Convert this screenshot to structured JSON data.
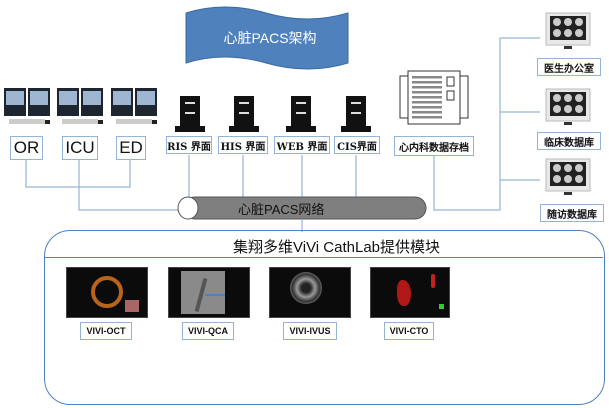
{
  "title": "心脏PACS架构",
  "network_label": "心脏PACS网络",
  "colors": {
    "banner": "#4f81bd",
    "connector": "#95b3d7",
    "pipe": "#7f7f7f",
    "panel_border": "#4f81bd"
  },
  "clinical_units": [
    {
      "label": "OR",
      "icon": "dual-monitor-workstation-icon"
    },
    {
      "label": "ICU",
      "icon": "dual-monitor-workstation-icon"
    },
    {
      "label": "ED",
      "icon": "dual-monitor-workstation-icon"
    }
  ],
  "interfaces": [
    {
      "label": "RIS 界面",
      "icon": "server-tower-icon"
    },
    {
      "label": "HIS 界面",
      "icon": "server-tower-icon"
    },
    {
      "label": "WEB 界面",
      "icon": "server-tower-icon"
    },
    {
      "label": "CIS界面",
      "icon": "server-tower-icon"
    }
  ],
  "archive": {
    "label": "心内科数据存档",
    "icon": "storage-rack-icon"
  },
  "destinations": [
    {
      "label": "医生办公室",
      "icon": "image-monitor-icon"
    },
    {
      "label": "临床数据库",
      "icon": "image-monitor-icon"
    },
    {
      "label": "随访数据库",
      "icon": "image-monitor-icon"
    }
  ],
  "module_panel": {
    "title": "集翔多维ViVi CathLab提供模块",
    "modules": [
      {
        "label": "VIVI-OCT",
        "icon": "oct-screenshot-icon"
      },
      {
        "label": "VIVI-QCA",
        "icon": "qca-screenshot-icon"
      },
      {
        "label": "VIVI-IVUS",
        "icon": "ivus-screenshot-icon"
      },
      {
        "label": "VIVI-CTO",
        "icon": "cto-screenshot-icon"
      }
    ]
  }
}
